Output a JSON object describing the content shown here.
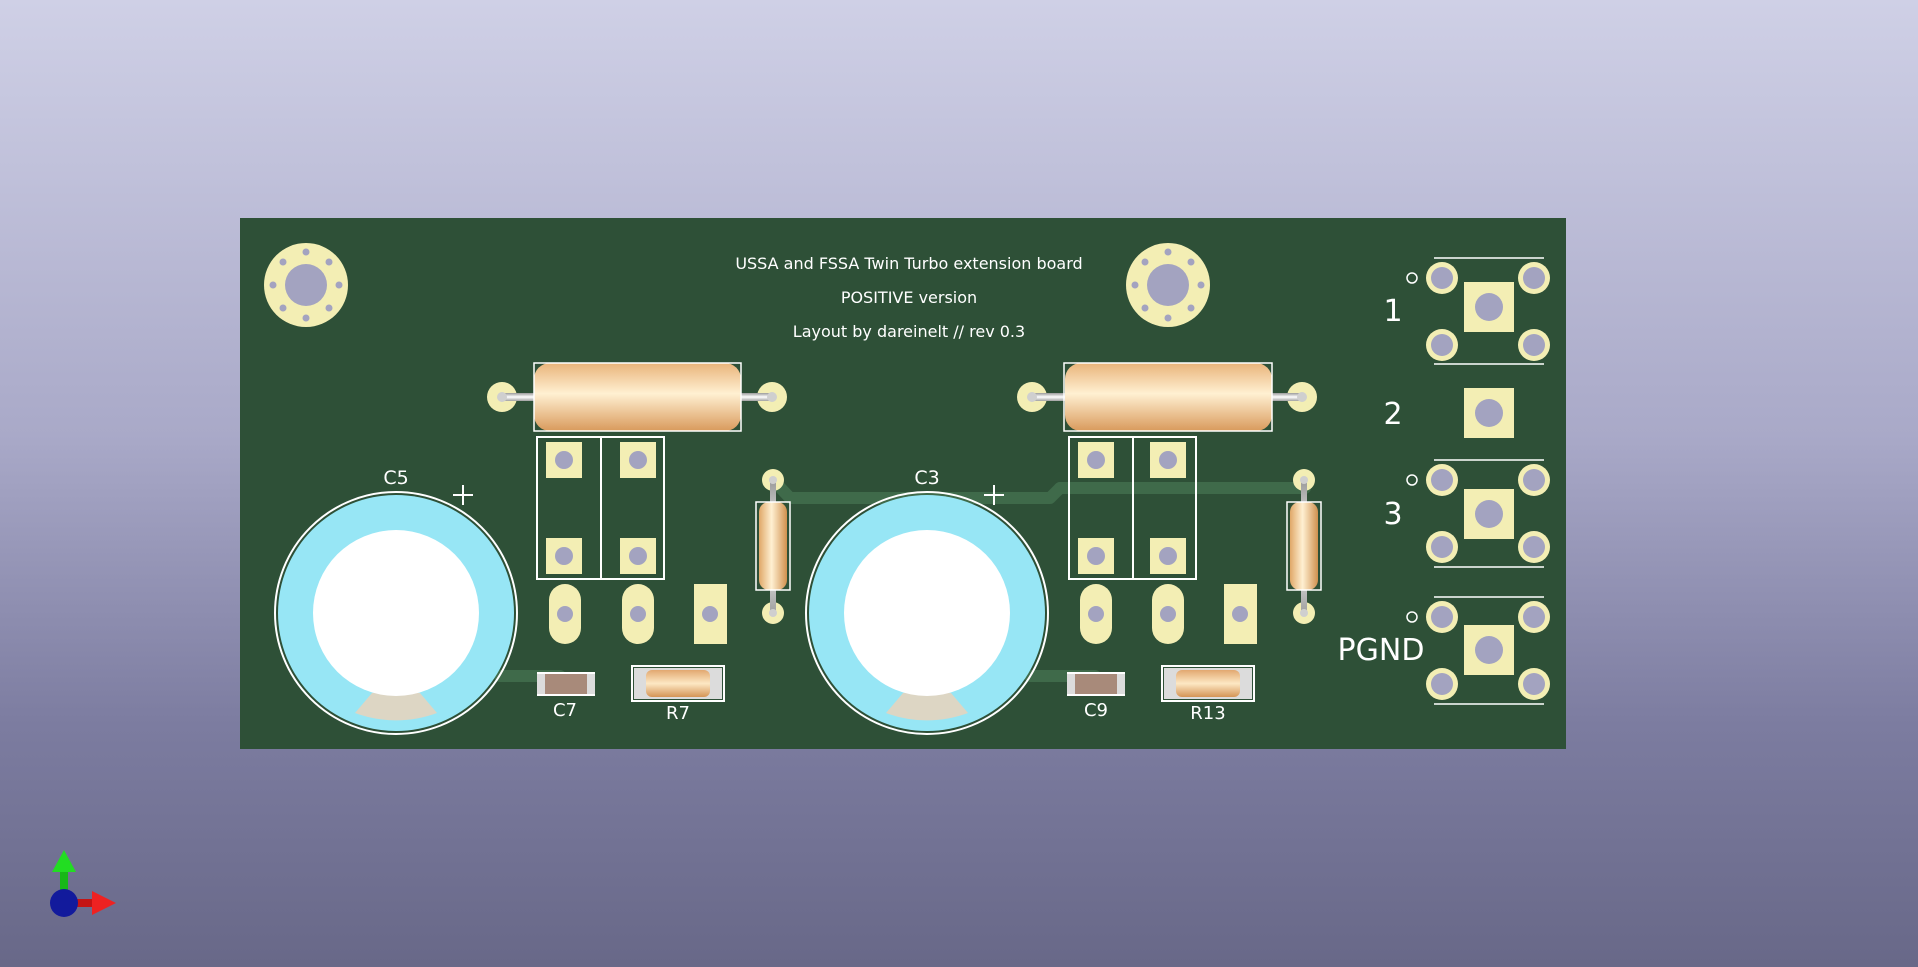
{
  "board": {
    "title_line1": "USSA and FSSA Twin Turbo extension board",
    "title_line2": "POSITIVE version",
    "title_line3": "Layout by dareinelt // rev 0.3"
  },
  "refs": {
    "c5": "C5",
    "c3": "C3",
    "c7": "C7",
    "r7": "R7",
    "c9": "C9",
    "r13": "R13"
  },
  "connector_labels": {
    "pin1": "1",
    "pin2": "2",
    "pin3": "3",
    "pgnd": "PGND"
  },
  "colors": {
    "board": "#2e5037",
    "pad": "#f3eeb4",
    "cap_blue": "#97e6f5",
    "silkscreen": "#ffffff"
  },
  "axes_gizmo": {
    "x_axis": "red-arrow",
    "y_axis": "green-arrow",
    "z_axis": "blue-sphere"
  }
}
